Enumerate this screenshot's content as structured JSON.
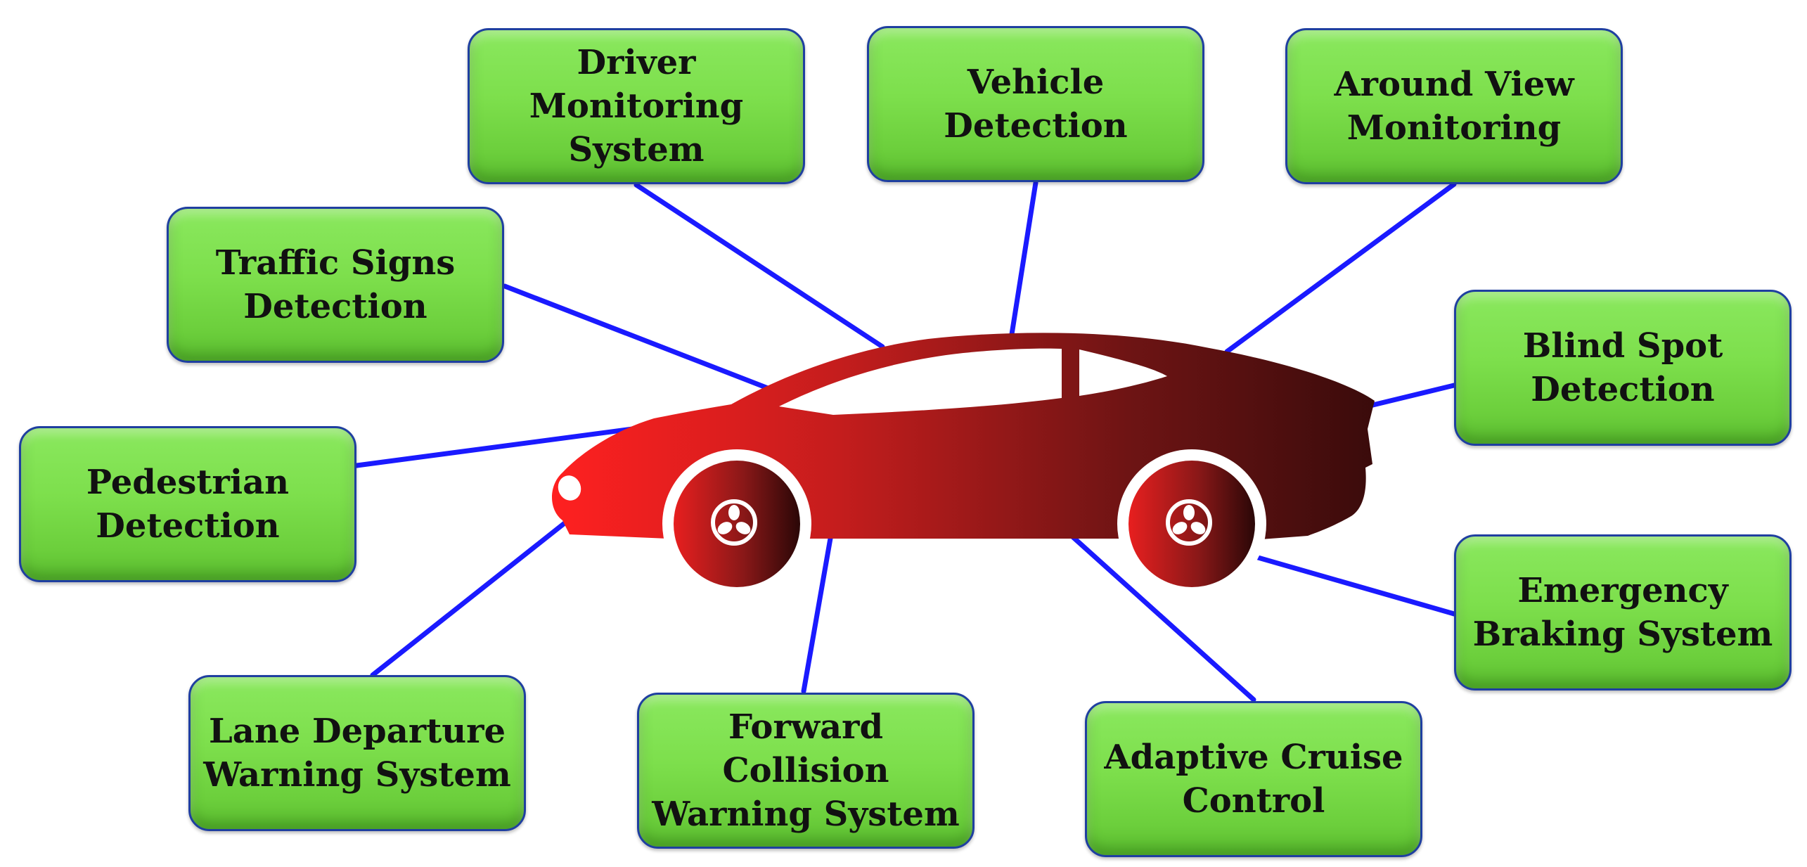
{
  "diagram": {
    "colors": {
      "box_fill": "#7ddf4c",
      "box_border": "#1f3fa0",
      "connector": "#1a1aff",
      "car_front": "#ff2020",
      "car_rear": "#3a0b0b"
    },
    "center": {
      "name": "car",
      "icon": "sedan-car-icon"
    },
    "features": [
      {
        "id": "driver-monitoring",
        "label": "Driver\nMonitoring\nSystem"
      },
      {
        "id": "vehicle-detection",
        "label": "Vehicle\nDetection"
      },
      {
        "id": "around-view",
        "label": "Around View\nMonitoring"
      },
      {
        "id": "traffic-signs",
        "label": "Traffic Signs\nDetection"
      },
      {
        "id": "blind-spot",
        "label": "Blind Spot\nDetection"
      },
      {
        "id": "pedestrian",
        "label": "Pedestrian\nDetection"
      },
      {
        "id": "emergency-braking",
        "label": "Emergency\nBraking System"
      },
      {
        "id": "lane-departure",
        "label": "Lane Departure\nWarning System"
      },
      {
        "id": "forward-collision",
        "label": "Forward\nCollision\nWarning System"
      },
      {
        "id": "adaptive-cruise",
        "label": "Adaptive Cruise\nControl"
      }
    ]
  }
}
